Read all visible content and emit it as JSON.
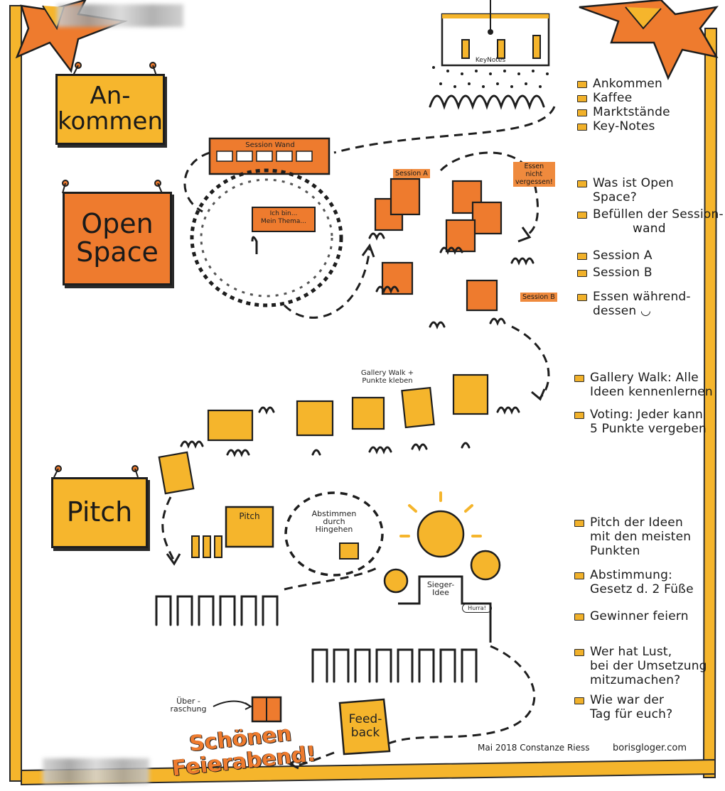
{
  "sections": [
    {
      "id": "ankommen",
      "title": "An-\nkommen",
      "color": "#f6b62d"
    },
    {
      "id": "open_space",
      "title": "Open\nSpace",
      "color": "#ee7b2e"
    },
    {
      "id": "pitch",
      "title": "Pitch",
      "color": "#f6b62d"
    }
  ],
  "scene_labels": {
    "keynotes": "KeyNotes",
    "session_wand": "Session Wand",
    "ich_bin": "Ich bin...\nMein Thema...",
    "session_a": "Session A",
    "session_b": "Session B",
    "essen": "Essen\nnicht\nvergessen!",
    "gallery": "Gallery Walk +\nPunkte kleben",
    "pitch_board": "Pitch",
    "abstimmen": "Abstimmen\ndurch\nHingehen",
    "sieger": "Sieger-\nIdee",
    "hurra": "Hurra!",
    "ueberraschung": "Über -\nraschung",
    "feedback": "Feed-\nback",
    "schoenen": "Schönen\nFeierabend!"
  },
  "bullets": {
    "ankommen": [
      "Ankommen",
      "Kaffee",
      "Marktstände",
      "Key-Notes"
    ],
    "open_space": [
      "Was ist Open Space?",
      "Befüllen der Session-\n          wand",
      "Session A",
      "Session B",
      "Essen während-\ndessen ◡"
    ],
    "gallery": [
      "Gallery Walk: Alle\nIdeen kennenlernen",
      "Voting: Jeder kann\n5 Punkte vergeben"
    ],
    "pitch": [
      "Pitch der Ideen\nmit den meisten\nPunkten",
      "Abstimmung:\nGesetz d. 2 Füße",
      "Gewinner feiern",
      "Wer hat Lust,\nbei der Umsetzung\nmitzumachen?",
      "Wie war der\nTag für euch?"
    ]
  },
  "footer": {
    "credit": "Mai 2018 Constanze Riess",
    "site": "borisgloger.com"
  },
  "colors": {
    "frame": "#f5b52c",
    "orange": "#ee7b2e",
    "ink": "#1b1b1b"
  }
}
